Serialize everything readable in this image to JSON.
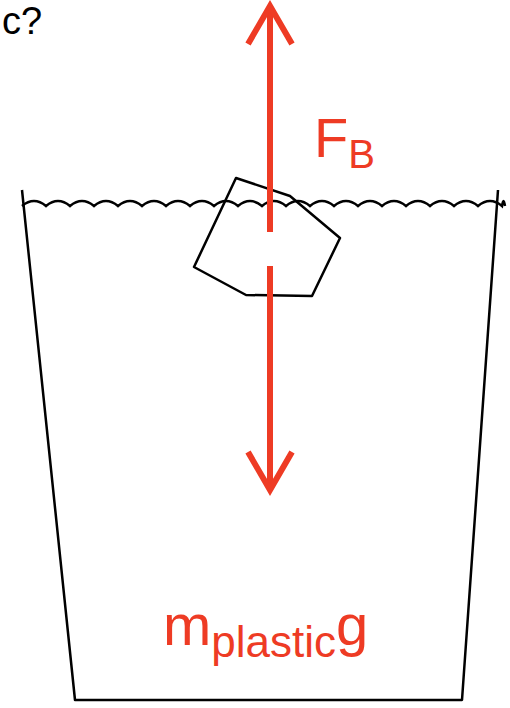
{
  "diagram": {
    "labels": [
      "c?",
      "FB",
      "mplasticg"
    ]
  }
}
